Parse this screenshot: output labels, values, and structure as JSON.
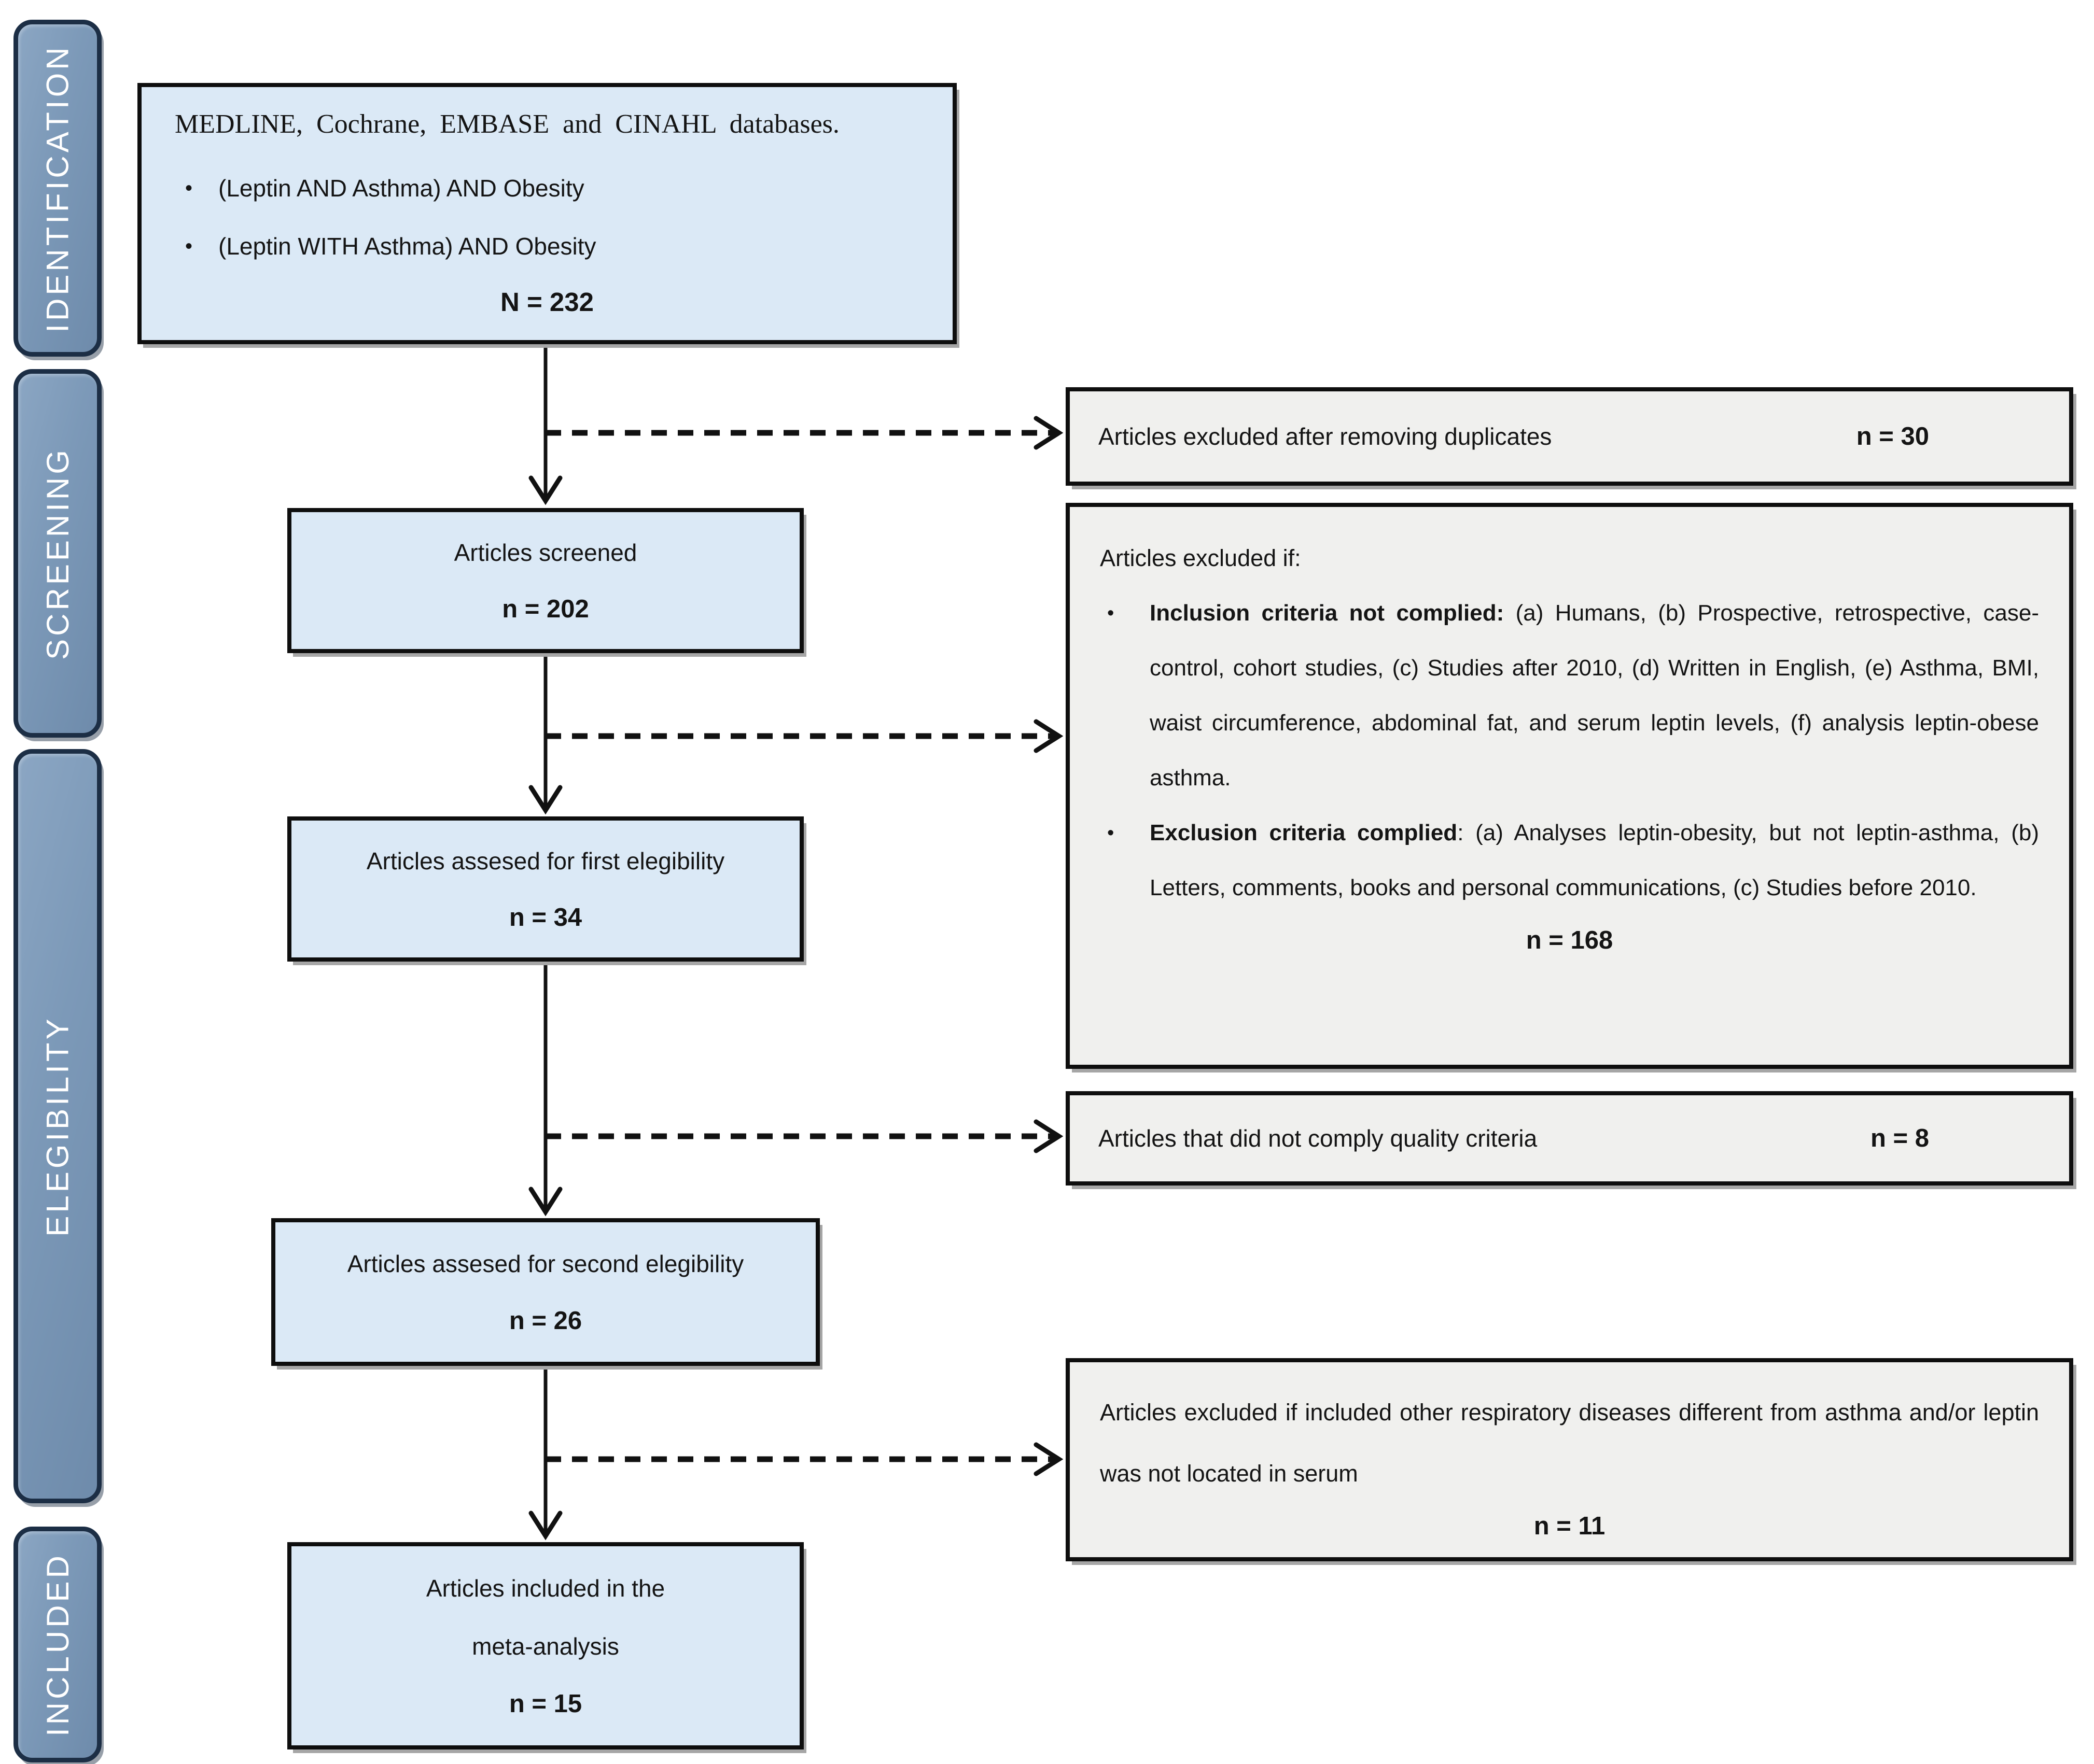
{
  "colors": {
    "sidebar_fill": "#7c99b8",
    "sidebar_border": "#1c2e45",
    "stage_box_fill": "#dbe9f6",
    "box_border": "#0e0e0e",
    "exclusion_box_fill": "#f0f0ee",
    "arrow_color": "#0e0e0e",
    "label_text": "#ffffff",
    "body_text": "#141414"
  },
  "sidebar": {
    "stages": [
      {
        "label": "IDENTIFICATION"
      },
      {
        "label": "SCREENING"
      },
      {
        "label": "ELEGIBILITY"
      },
      {
        "label": "INCLUDED"
      }
    ]
  },
  "flow": {
    "source": {
      "title": "MEDLINE, Cochrane, EMBASE and CINAHL databases.",
      "bullets": [
        "(Leptin AND Asthma) AND Obesity",
        "(Leptin WITH Asthma) AND Obesity"
      ],
      "count": "N = 232"
    },
    "screened": {
      "label": "Articles screened",
      "count": "n = 202"
    },
    "first_eligibility": {
      "label": "Articles assesed for first elegibility",
      "count": "n = 34"
    },
    "second_eligibility": {
      "label": "Articles assesed for second elegibility",
      "count": "n = 26"
    },
    "included": {
      "line1": "Articles included in the",
      "line2": "meta-analysis",
      "count": "n = 15"
    }
  },
  "exclusions": {
    "duplicates": {
      "label": "Articles excluded after removing duplicates",
      "count": "n = 30"
    },
    "criteria": {
      "intro": "Articles excluded if:",
      "bullets": [
        {
          "bold": "Inclusion criteria not complied:",
          "rest": " (a) Humans, (b) Prospective, retrospective, case-control, cohort studies, (c) Studies after 2010, (d) Written in English, (e) Asthma, BMI, waist circumference, abdominal fat, and serum leptin levels, (f) analysis leptin-obese asthma."
        },
        {
          "bold": "Exclusion criteria complied",
          "rest": ": (a) Analyses leptin-obesity, but not leptin-asthma, (b) Letters, comments, books and personal communications, (c) Studies before 2010."
        }
      ],
      "count": "n = 168"
    },
    "quality": {
      "label": "Articles that did not comply quality criteria",
      "count": "n = 8"
    },
    "respiratory": {
      "label": "Articles excluded if included other respiratory diseases different from asthma and/or leptin was not located in serum",
      "count": "n = 11"
    }
  }
}
